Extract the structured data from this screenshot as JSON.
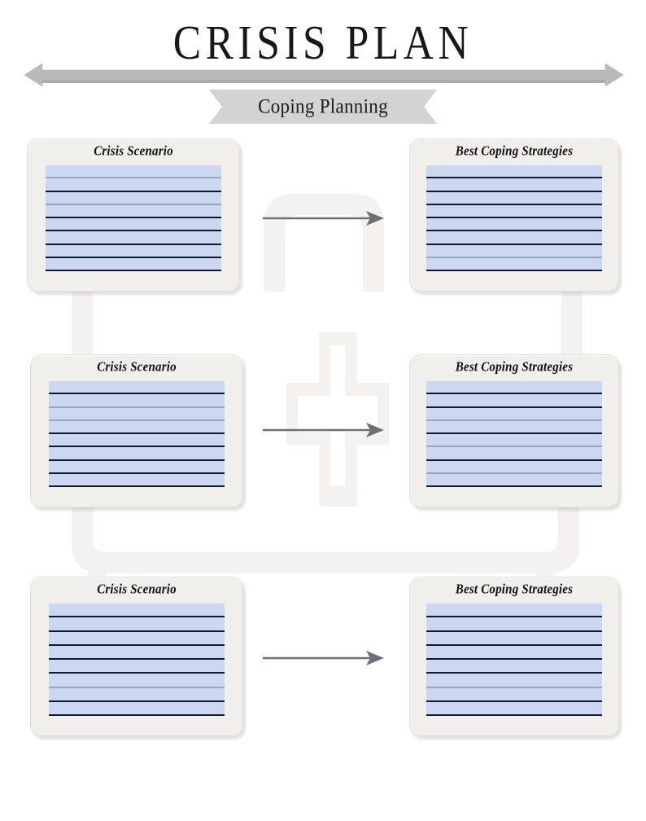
{
  "header": {
    "title": "CRISIS PLAN",
    "ribbon_label": "Coping Planning",
    "banner_icon": "double-headed-arrow-banner"
  },
  "colors": {
    "page_background": "#ffffff",
    "card_background": "#f1efec",
    "card_border": "#e2dfdb",
    "writing_area": "#ccd7f2",
    "rule_dark": "#14192e",
    "rule_light": "#9aa5bd",
    "banner_gray": "#b9b9b9",
    "ribbon_gray": "#d3d3d3",
    "arrow_gray": "#6b7176",
    "decoration_gray": "#f4f2f0",
    "title_text": "#18181a"
  },
  "rows": [
    {
      "left": {
        "title": "Crisis Scenario",
        "line_count": 8,
        "rule_styles": [
          "light",
          "dark",
          "light",
          "dark",
          "dark",
          "dark",
          "dark",
          "dark"
        ]
      },
      "arrow": {
        "icon": "right-arrow-icon",
        "decoration": "bridge-shape"
      },
      "right": {
        "title": "Best Coping Strategies",
        "line_count": 8,
        "rule_styles": [
          "dark",
          "dark",
          "dark",
          "dark",
          "dark",
          "dark",
          "light",
          "dark"
        ]
      }
    },
    {
      "left": {
        "title": "Crisis Scenario",
        "line_count": 8,
        "rule_styles": [
          "dark",
          "light",
          "light",
          "dark",
          "dark",
          "dark",
          "dark",
          "dark"
        ]
      },
      "arrow": {
        "icon": "right-arrow-icon",
        "decoration": "cross-shape"
      },
      "right": {
        "title": "Best Coping Strategies",
        "line_count": 8,
        "rule_styles": [
          "dark",
          "dark",
          "light",
          "dark",
          "light",
          "dark",
          "light",
          "dark"
        ]
      }
    },
    {
      "left": {
        "title": "Crisis Scenario",
        "line_count": 8,
        "rule_styles": [
          "dark",
          "dark",
          "dark",
          "dark",
          "dark",
          "light",
          "dark",
          "dark"
        ]
      },
      "arrow": {
        "icon": "right-arrow-icon",
        "decoration": "none"
      },
      "right": {
        "title": "Best Coping Strategies",
        "line_count": 8,
        "rule_styles": [
          "dark",
          "dark",
          "dark",
          "dark",
          "dark",
          "light",
          "dark",
          "dark"
        ]
      }
    }
  ]
}
